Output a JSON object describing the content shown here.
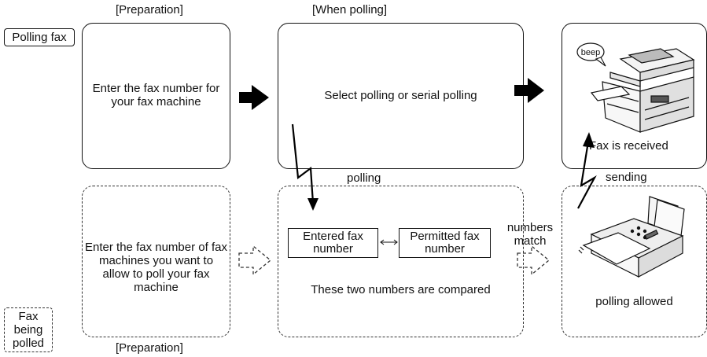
{
  "headers": {
    "preparation_top": "[Preparation]",
    "when_polling": "[When polling]",
    "preparation_bottom": "[Preparation]"
  },
  "tags": {
    "polling_fax": "Polling fax",
    "fax_being_polled": "Fax being polled"
  },
  "boxes": {
    "prep_polling_text": "Enter the fax number for your fax machine",
    "select_polling_text": "Select polling or serial polling",
    "fax_received_text": "Fax is received",
    "prep_polled_text": "Enter the fax number of fax machines you want to allow to poll your fax machine",
    "compare_text": "These two numbers are compared",
    "polling_allowed_text": "polling allowed"
  },
  "compare": {
    "entered": "Entered fax number",
    "permitted": "Permitted fax number"
  },
  "flow_labels": {
    "polling": "polling",
    "sending": "sending",
    "numbers_match": "numbers match"
  },
  "balloon": {
    "beep": "beep"
  }
}
